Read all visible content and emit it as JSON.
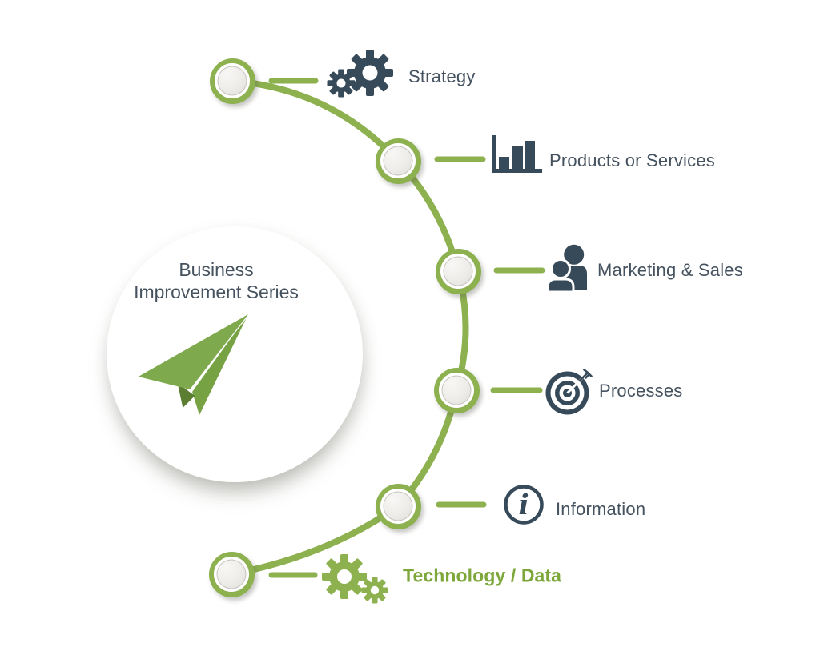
{
  "diagram": {
    "hub": {
      "title_line1": "Business",
      "title_line2": "Improvement Series"
    },
    "nodes": [
      {
        "label": "Strategy"
      },
      {
        "label": "Products or Services"
      },
      {
        "label": "Marketing & Sales"
      },
      {
        "label": "Processes"
      },
      {
        "label": "Information"
      },
      {
        "label": "Technology / Data"
      }
    ],
    "icons": {
      "info_glyph": "i"
    },
    "colors": {
      "accent_green": "#8CB14E",
      "highlight_text_green": "#7DA73B",
      "dark_slate": "#374A59",
      "label_text": "#45525F"
    }
  }
}
